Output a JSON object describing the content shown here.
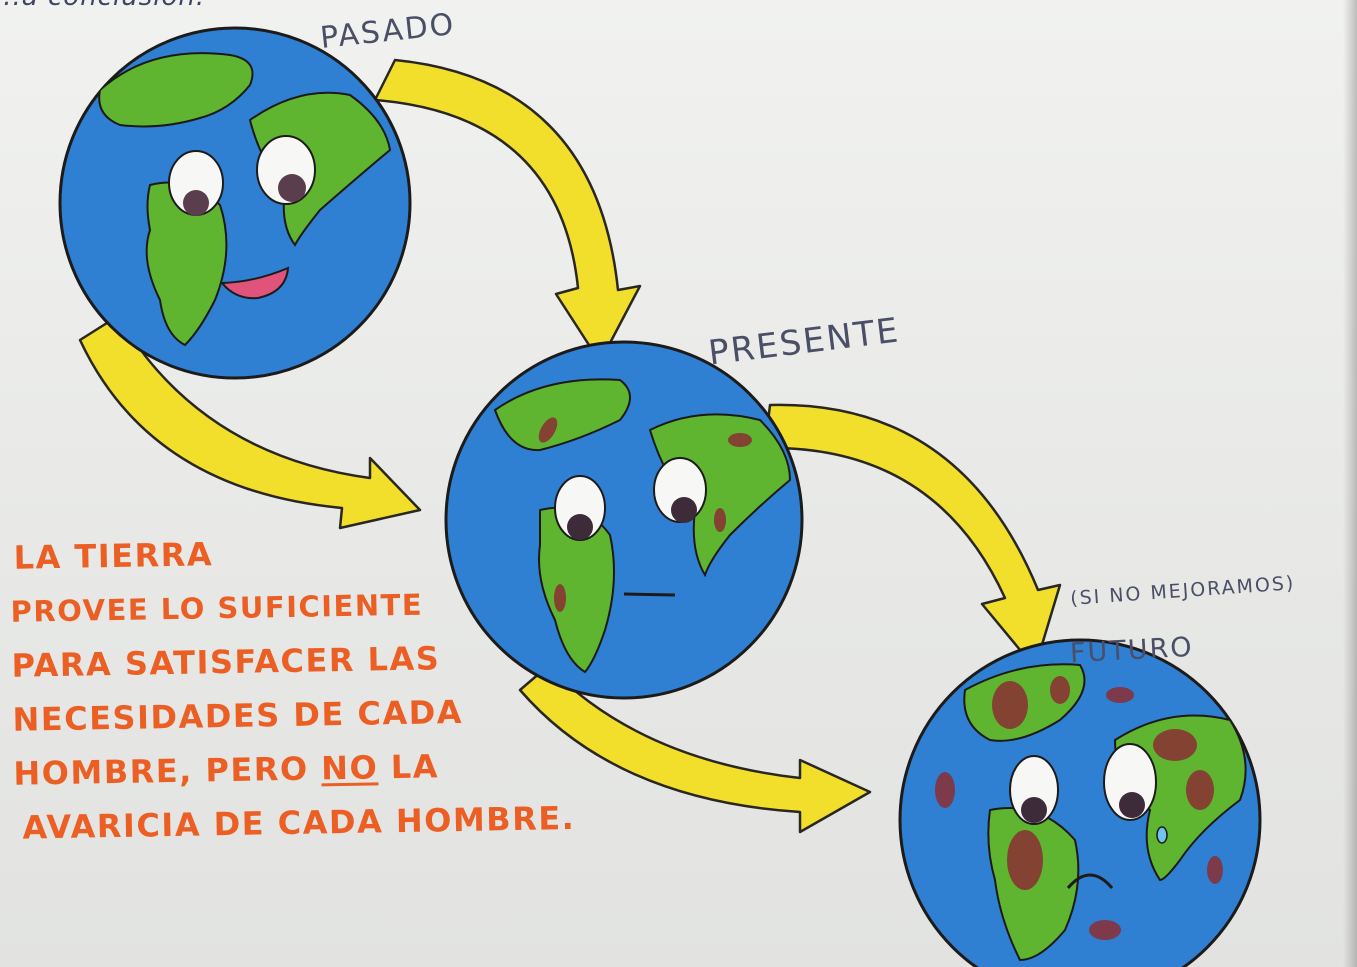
{
  "drawing": {
    "top_note": "...a conclusión.",
    "labels": {
      "past": "PASADO",
      "present": "PRESENTE",
      "condition": "(SI NO MEJORAMOS)",
      "future": "FUTURO"
    },
    "quote": {
      "line1": "LA TIERRA",
      "line2": "PROVEE LO SUFICIENTE",
      "line3": "PARA SATISFACER LAS",
      "line4": "NECESIDADES DE CADA",
      "line5_before": "HOMBRE, PERO ",
      "line5_emphasis": "NO",
      "line5_after": " LA",
      "line6": "AVARICIA DE CADA HOMBRE."
    },
    "globes": [
      {
        "name": "past-earth",
        "mood": "smiling"
      },
      {
        "name": "present-earth",
        "mood": "neutral"
      },
      {
        "name": "future-earth",
        "mood": "sad"
      }
    ]
  },
  "colors": {
    "paper": "#eceeec",
    "ocean": "#2f7fd3",
    "land": "#5fb430",
    "damage": "#8a2e33",
    "arrow": "#f1df2c",
    "outline": "#22201f",
    "quote_text": "#ec5f24",
    "pencil_text": "#4b4f66",
    "mouth": "#e0547c"
  }
}
